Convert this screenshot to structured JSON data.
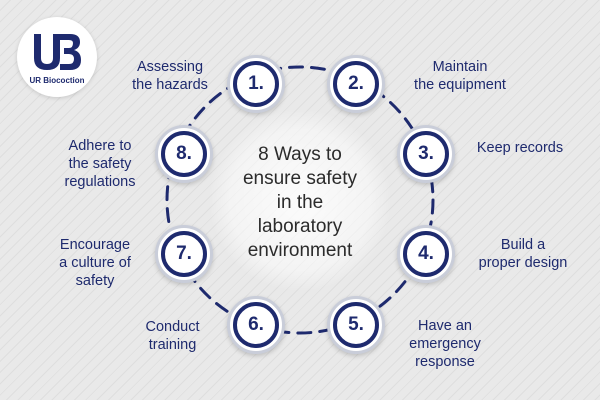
{
  "logo": {
    "mark": "UB",
    "name": "UR Biocoction"
  },
  "center_title": [
    "8 Ways to",
    "ensure safety",
    "in the",
    "laboratory",
    "environment"
  ],
  "steps": [
    {
      "num": "1.",
      "label": [
        "Assessing",
        "the hazards"
      ]
    },
    {
      "num": "2.",
      "label": [
        "Maintain",
        "the equipment"
      ]
    },
    {
      "num": "3.",
      "label": [
        "Keep records"
      ]
    },
    {
      "num": "4.",
      "label": [
        "Build a",
        "proper design"
      ]
    },
    {
      "num": "5.",
      "label": [
        "Have an",
        "emergency",
        "response"
      ]
    },
    {
      "num": "6.",
      "label": [
        "Conduct",
        "training"
      ]
    },
    {
      "num": "7.",
      "label": [
        "Encourage",
        "a culture of",
        "safety"
      ]
    },
    {
      "num": "8.",
      "label": [
        "Adhere to",
        "the safety",
        "regulations"
      ]
    }
  ],
  "colors": {
    "navy": "#1e2a6e",
    "ring_dash": "#1e2a6e",
    "node_outer": "#c9cdd9"
  }
}
